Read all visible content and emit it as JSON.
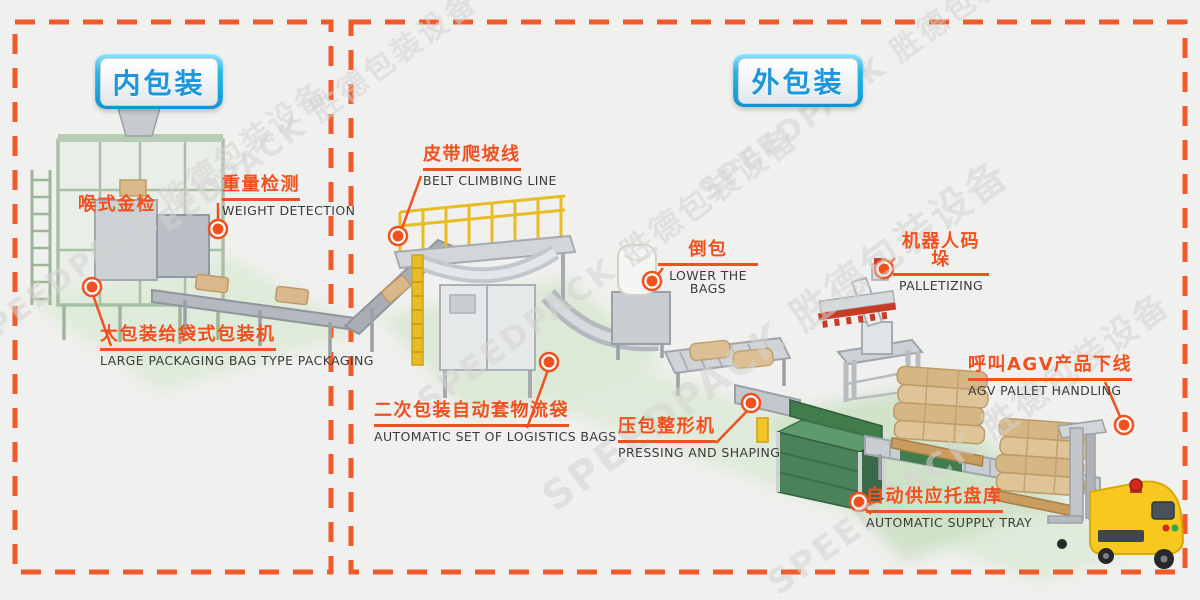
{
  "watermark": "SPEEDPACK 胜德包装设备",
  "badges": {
    "inner": "内包装",
    "outer": "外包装"
  },
  "labels": {
    "throat_metal": {
      "zh": "喉式金检",
      "en": ""
    },
    "weight": {
      "zh": "重量检测",
      "en": "WEIGHT DETECTION"
    },
    "large_pack": {
      "zh": "大包装给袋式包装机",
      "en": "LARGE PACKAGING BAG TYPE PACKAGING"
    },
    "belt_climb": {
      "zh": "皮带爬坡线",
      "en": "BELT CLIMBING LINE"
    },
    "secondary": {
      "zh": "二次包装自动套物流袋",
      "en": "AUTOMATIC SET OF LOGISTICS BAGS"
    },
    "lower_bags": {
      "zh": "倒包",
      "en": "LOWER THE BAGS"
    },
    "pressing": {
      "zh": "压包整形机",
      "en": "PRESSING AND SHAPING"
    },
    "palletizing": {
      "zh": "机器人码垛",
      "en": "PALLETIZING"
    },
    "agv": {
      "zh": "呼叫AGV产品下线",
      "en": "AGV PALLET HANDLING"
    },
    "supply_tray": {
      "zh": "自动供应托盘库",
      "en": "AUTOMATIC SUPPLY TRAY"
    }
  },
  "colors": {
    "accent_orange": "#f0511f",
    "dashed_border": "#f15b2b",
    "english_text": "#3b3b3b",
    "badge_blue": "#1e96db",
    "machine_gray": "#c9ced2",
    "rail_yellow": "#e8bc25",
    "belt_green": "#417d4c",
    "bag_tan": "#dcc093",
    "agv_yellow": "#f7c81d"
  }
}
